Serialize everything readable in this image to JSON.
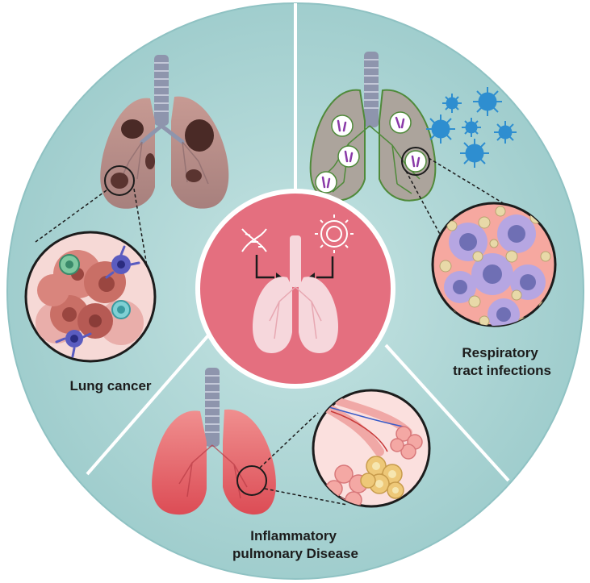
{
  "sections": {
    "lung_cancer": {
      "label_lines": [
        "Lung cancer"
      ]
    },
    "respiratory": {
      "label_lines": [
        "Respiratory",
        "tract infections"
      ]
    },
    "inflammatory": {
      "label_lines": [
        "Inflammatory",
        "pulmonary Disease"
      ]
    }
  },
  "center": {
    "icons": [
      "dna-icon",
      "virus-icon",
      "lungs-icon"
    ]
  },
  "colors": {
    "wheel": "#a9d3d3",
    "wheel_edge": "#8fc2c3",
    "divider": "#ffffff",
    "center_disc": "#e46f7f",
    "cancer_lung": "#b58a86",
    "infection_lung": "#a9a29a",
    "inflamed_lung": "#e16469",
    "trachea": "#8e95ad"
  }
}
